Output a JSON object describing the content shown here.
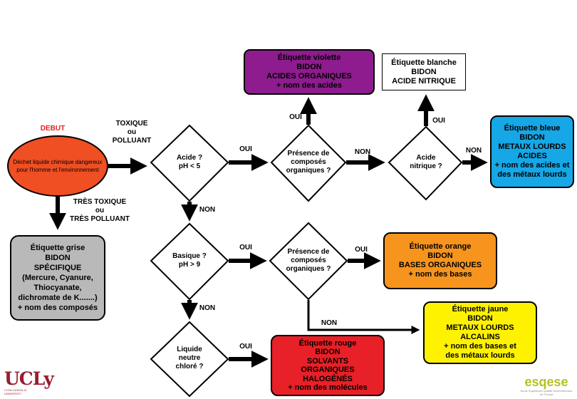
{
  "start": {
    "label": "DEBUT",
    "lines": [
      "Déchet liquide chimique dangereux",
      "pour l'homme et l'environnement"
    ]
  },
  "labels": {
    "toxique": [
      "TOXIQUE",
      "ou",
      "POLLUANT"
    ],
    "tres_toxique": [
      "TRÈS TOXIQUE",
      "ou",
      "TRÈS POLLUANT"
    ],
    "oui_1": "OUI",
    "non_1": "NON",
    "oui_2": "OUI",
    "non_2": "NON",
    "oui_3": "OUI",
    "oui_4": "OUI",
    "non_3": "NON",
    "oui_5": "OUI",
    "non_4": "NON",
    "oui_6": "OUI",
    "non_5": "NON"
  },
  "diamonds": {
    "acide": [
      "Acide ?",
      "pH < 5"
    ],
    "presence1": [
      "Présence de",
      "composés",
      "organiques ?"
    ],
    "acide_nitrique": [
      "Acide",
      "nitrique ?"
    ],
    "basique": [
      "Basique ?",
      "pH > 9"
    ],
    "presence2": [
      "Présence de",
      "composés",
      "organiques ?"
    ],
    "neutre": [
      "Liquide",
      "neutre",
      "chloré ?"
    ]
  },
  "boxes": {
    "violette": [
      "Étiquette violette",
      "BIDON",
      "ACIDES ORGANIQUES",
      "+ nom des acides"
    ],
    "blanche": [
      "Étiquette blanche",
      "BIDON",
      "ACIDE NITRIQUE"
    ],
    "bleue": [
      "Étiquette bleue",
      "BIDON",
      "METAUX LOURDS",
      "ACIDES",
      "+ nom des acides et",
      "des métaux lourds"
    ],
    "grise": [
      "Étiquette grise",
      "BIDON",
      "SPÉCIFIQUE",
      "(Mercure, Cyanure,",
      "Thiocyanate,",
      "dichromate de K.......)",
      "+ nom des composés"
    ],
    "orange": [
      "Étiquette orange",
      "BIDON",
      "BASES ORGANIQUES",
      "+ nom des bases"
    ],
    "jaune": [
      "Étiquette jaune",
      "BIDON",
      "METAUX LOURDS",
      "ALCALINS",
      "+ nom des bases et",
      "des métaux lourds"
    ],
    "rouge": [
      "Étiquette rouge",
      "BIDON",
      "SOLVANTS",
      "ORGANIQUES",
      "HALOGÉNÉS",
      "+ nom des molécules"
    ]
  },
  "colors": {
    "violette": "#8e1c8e",
    "blanche": "#ffffff",
    "bleue": "#16a7e6",
    "grise": "#b9b9b9",
    "orange": "#f7941d",
    "jaune": "#fff200",
    "rouge": "#e82027",
    "start": "#f04e23",
    "debut_text": "#e8201f"
  },
  "logos": {
    "ucly": "UCLy",
    "ucly_sub": [
      "LYON CATHOLIC",
      "UNIVERSITY"
    ],
    "esqese": "esqese",
    "esqese_sub": "Ecole Supérieure Qualité Environnement de l'Ouest"
  }
}
